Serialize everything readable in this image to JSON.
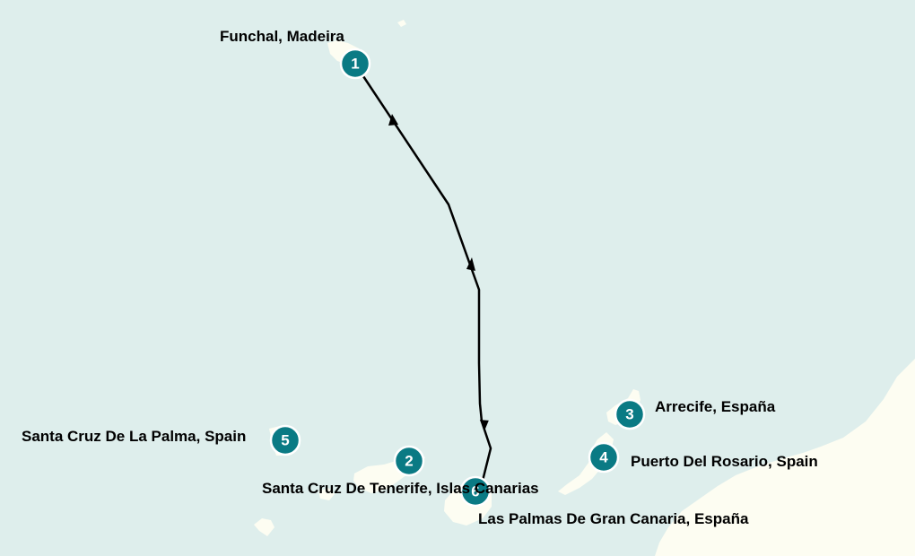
{
  "map": {
    "colors": {
      "sea": "#deeeec",
      "land": "#fdfdf2",
      "marker": "#0a7a84",
      "route": "#000000"
    },
    "ports": [
      {
        "number": "1",
        "name": "Funchal, Madeira"
      },
      {
        "number": "2",
        "name": "Santa Cruz De Tenerife, Islas Canarias"
      },
      {
        "number": "3",
        "name": "Arrecife, España"
      },
      {
        "number": "4",
        "name": "Puerto Del Rosario, Spain"
      },
      {
        "number": "5",
        "name": "Santa Cruz De La Palma, Spain"
      },
      {
        "number": "6",
        "name": "Las Palmas De Gran Canaria, España"
      }
    ]
  }
}
